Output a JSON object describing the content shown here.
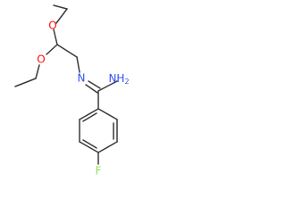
{
  "molecule": {
    "atoms": {
      "o_upper": {
        "label": "O",
        "color": "#ff0d0d"
      },
      "o_lower": {
        "label": "O",
        "color": "#ff0d0d"
      },
      "n_imine": {
        "label": "N",
        "color": "#3050f8"
      },
      "nh2": {
        "label": "NH",
        "subscript": "2",
        "color": "#3050f8"
      },
      "fluorine": {
        "label": "F",
        "color": "#90e050"
      }
    },
    "bond_color": "#3a3a3a"
  }
}
